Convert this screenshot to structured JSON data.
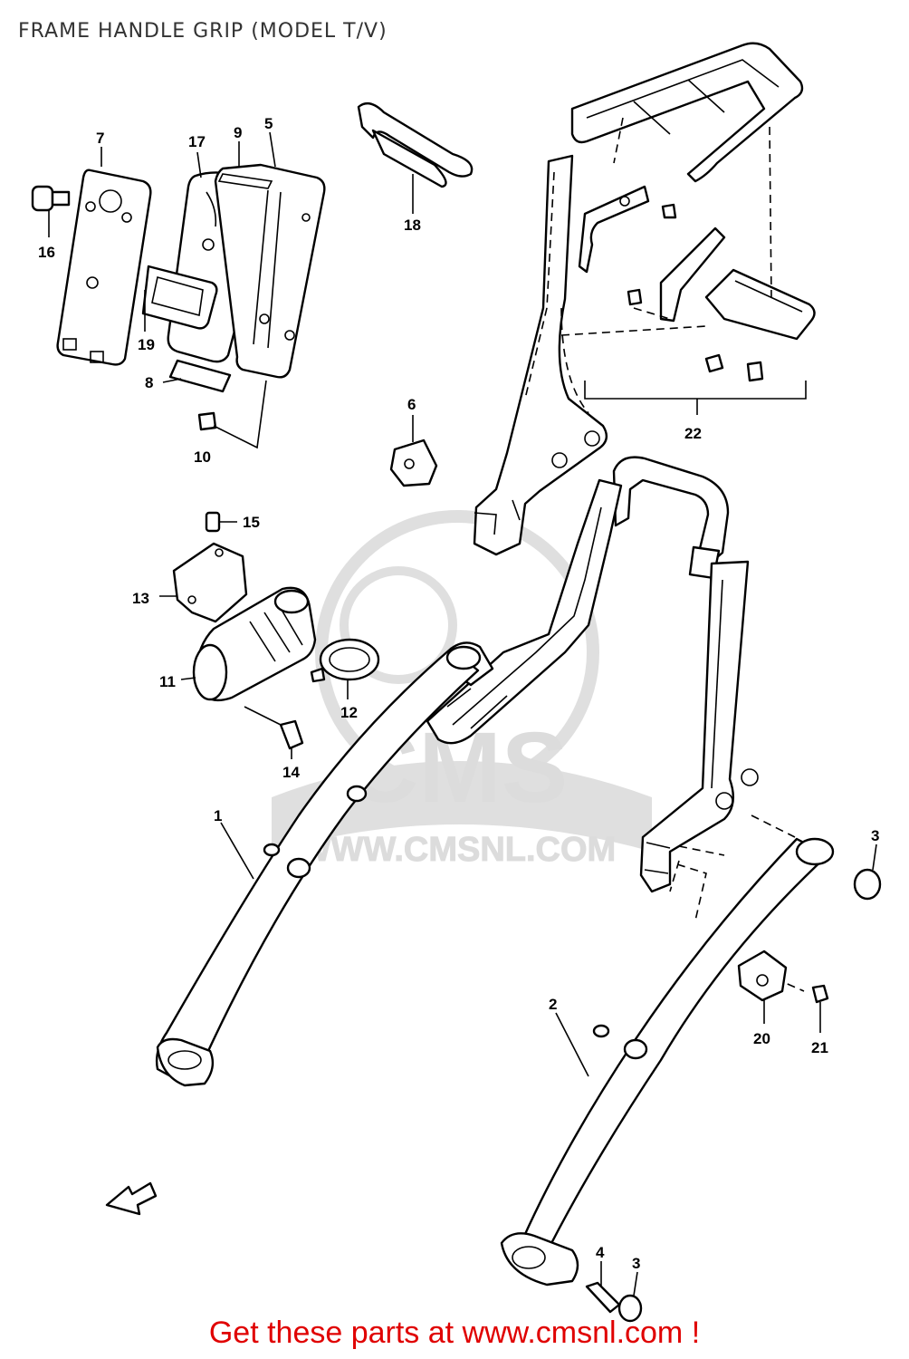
{
  "title": "FRAME HANDLE GRIP (MODEL T/V)",
  "watermark": {
    "brand": "CMS",
    "url": "WWW.CMSNL.COM"
  },
  "callouts": {
    "p1": "1",
    "p2": "2",
    "p3a": "3",
    "p3b": "3",
    "p4": "4",
    "p5": "5",
    "p6": "6",
    "p7": "7",
    "p8": "8",
    "p9": "9",
    "p10": "10",
    "p11": "11",
    "p12": "12",
    "p13": "13",
    "p14": "14",
    "p15": "15",
    "p16": "16",
    "p17": "17",
    "p18": "18",
    "p19": "19",
    "p20": "20",
    "p21": "21",
    "p22": "22"
  },
  "footer": "Get these parts at www.cmsnl.com !",
  "colors": {
    "footer": "#e00000",
    "watermark": "#d9d9d9",
    "line": "#000000"
  }
}
